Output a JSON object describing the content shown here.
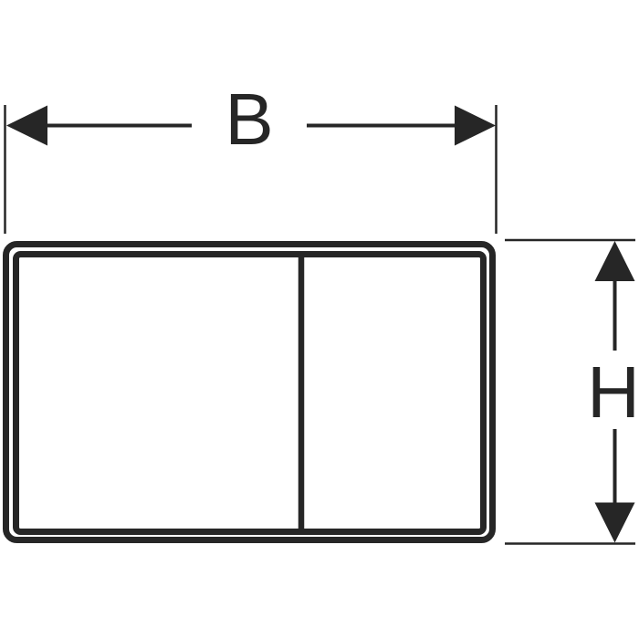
{
  "page": {
    "background": "#ffffff"
  },
  "diagram": {
    "type": "technical-dimension-drawing",
    "subject": "rectangular plate front view with two button sections",
    "line_color": "#262626",
    "dimensions": {
      "width_label": "B",
      "height_label": "H"
    }
  }
}
